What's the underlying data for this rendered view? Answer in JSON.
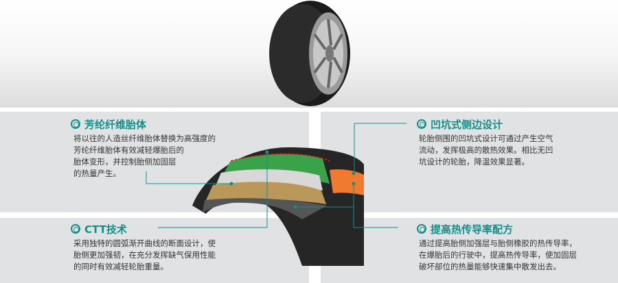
{
  "features": [
    {
      "title": "芳纶纤维胎体",
      "body": "将以往的人造丝纤维胎体替换为高强度的\n芳纶纤维胎体有效减轻爆胎后的\n胎体变形，并控制胎侧加固层\n的热量产生。"
    },
    {
      "title": "凹坑式侧边设计",
      "body": "轮胎侧围的凹坑式设计可通过产生空气\n流动，发挥极高的散热效果。相比无凹\n坑设计的轮胎，降温效果显著。"
    },
    {
      "title": "CTT技术",
      "body": "采用独特的圆弧渐开曲线的断面设计，使\n胎侧更加强韧，在充分发挥缺气保用性能\n的同时有效减轻轮胎重量。"
    },
    {
      "title": "提高热传导率配方",
      "body": "通过提高胎侧加强层与胎侧橡胶的热传导率，\n在爆胎后的行驶中，提高热传导率，使加固层\n破坏部位的热量能够快速集中散发出去。"
    }
  ],
  "colors": {
    "accent": "#11908a",
    "panel": "#e1e2e4"
  }
}
